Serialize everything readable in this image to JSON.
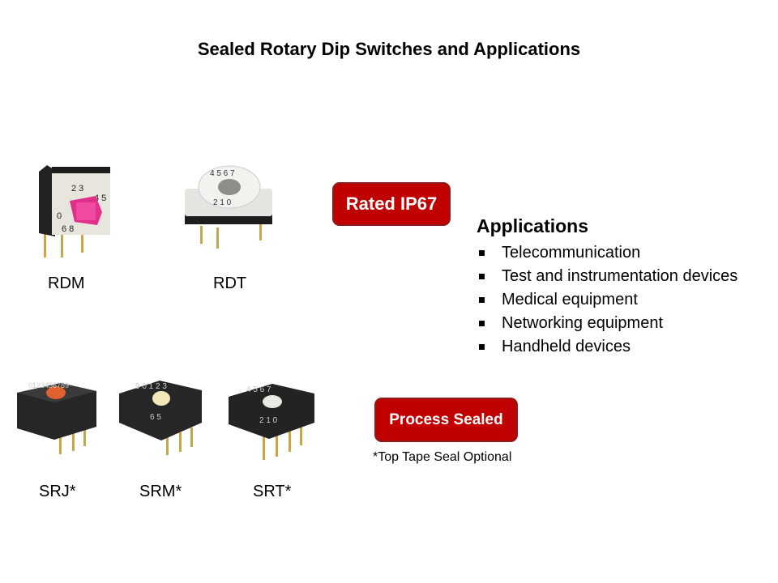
{
  "title": "Sealed Rotary Dip Switches and Applications",
  "products_top": [
    {
      "label": "RDM"
    },
    {
      "label": "RDT"
    }
  ],
  "products_bottom": [
    {
      "label": "SRJ*"
    },
    {
      "label": "SRM*"
    },
    {
      "label": "SRT*"
    }
  ],
  "badges": {
    "rated": "Rated IP67",
    "process": "Process Sealed"
  },
  "note": "*Top Tape Seal Optional",
  "applications": {
    "heading": "Applications",
    "items": [
      "Telecommunication",
      "Test and instrumentation devices",
      "Medical equipment",
      "Networking equipment",
      "Handheld devices"
    ]
  },
  "colors": {
    "badge": "#c00000",
    "badge_border": "#8e1a1a"
  }
}
